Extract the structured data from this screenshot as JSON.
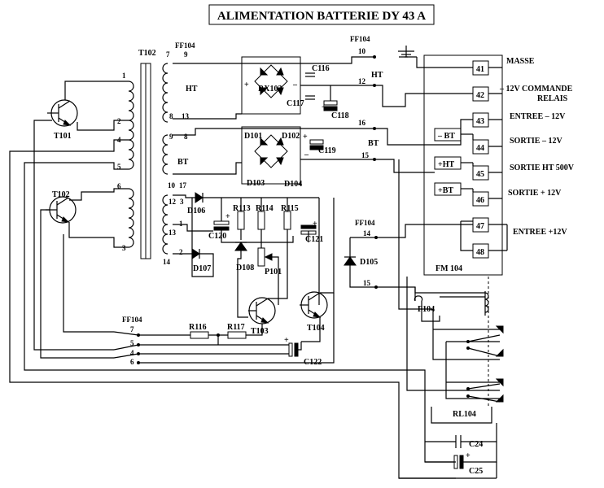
{
  "title": "ALIMENTATION BATTERIE  DY 43 A",
  "connectors": {
    "ff104": "FF104",
    "f104": "F104",
    "fm104": "FM 104",
    "rl104": "RL104"
  },
  "transformer": {
    "name": "T102",
    "ht": "HT",
    "bt": "BT"
  },
  "winding_pins": [
    "1",
    "2",
    "4",
    "5",
    "6",
    "3",
    "7",
    "9",
    "8",
    "13",
    "9",
    "8",
    "10",
    "17",
    "12",
    "3",
    "1",
    "13",
    "2",
    "14"
  ],
  "ff104_top_pins": [
    "10",
    "12",
    "16",
    "15"
  ],
  "ff104_mid_pins": [
    "14",
    "15"
  ],
  "ff104_bottom_pins": [
    "7",
    "5",
    "4",
    "6"
  ],
  "rail_labels": {
    "ht": "HT",
    "bt": "BT"
  },
  "components": {
    "t101": "T101",
    "t102b": "T102",
    "t103": "T103",
    "t104": "T104",
    "rx103": "RX103",
    "c116": "C116",
    "c117": "C117",
    "c118": "C118",
    "c119": "C119",
    "c120": "C120",
    "c121": "C121",
    "c122": "C122",
    "c24": "C24",
    "c25": "C25",
    "d101": "D101",
    "d102": "D102",
    "d103": "D103",
    "d104": "D104",
    "d105": "D105",
    "d106": "D106",
    "d107": "D107",
    "d108": "D108",
    "r113": "R113",
    "r114": "R114",
    "r115": "R115",
    "r116": "R116",
    "r117": "R117",
    "p101": "P101"
  },
  "fm104_pins": [
    {
      "num": "41",
      "label": "MASSE"
    },
    {
      "num": "42",
      "label": "– 12V  COMMANDE",
      "label2": "RELAIS"
    },
    {
      "num": "43",
      "label": "ENTREE – 12V"
    },
    {
      "num": "44",
      "label": "SORTIE – 12V",
      "tag": "– BT"
    },
    {
      "num": "45",
      "label": "SORTIE HT 500V",
      "tag": "+HT"
    },
    {
      "num": "46",
      "label": "SORTIE + 12V",
      "tag": "+BT"
    },
    {
      "num": "47",
      "label": "ENTREE +12V"
    },
    {
      "num": "48",
      "label": ""
    }
  ]
}
